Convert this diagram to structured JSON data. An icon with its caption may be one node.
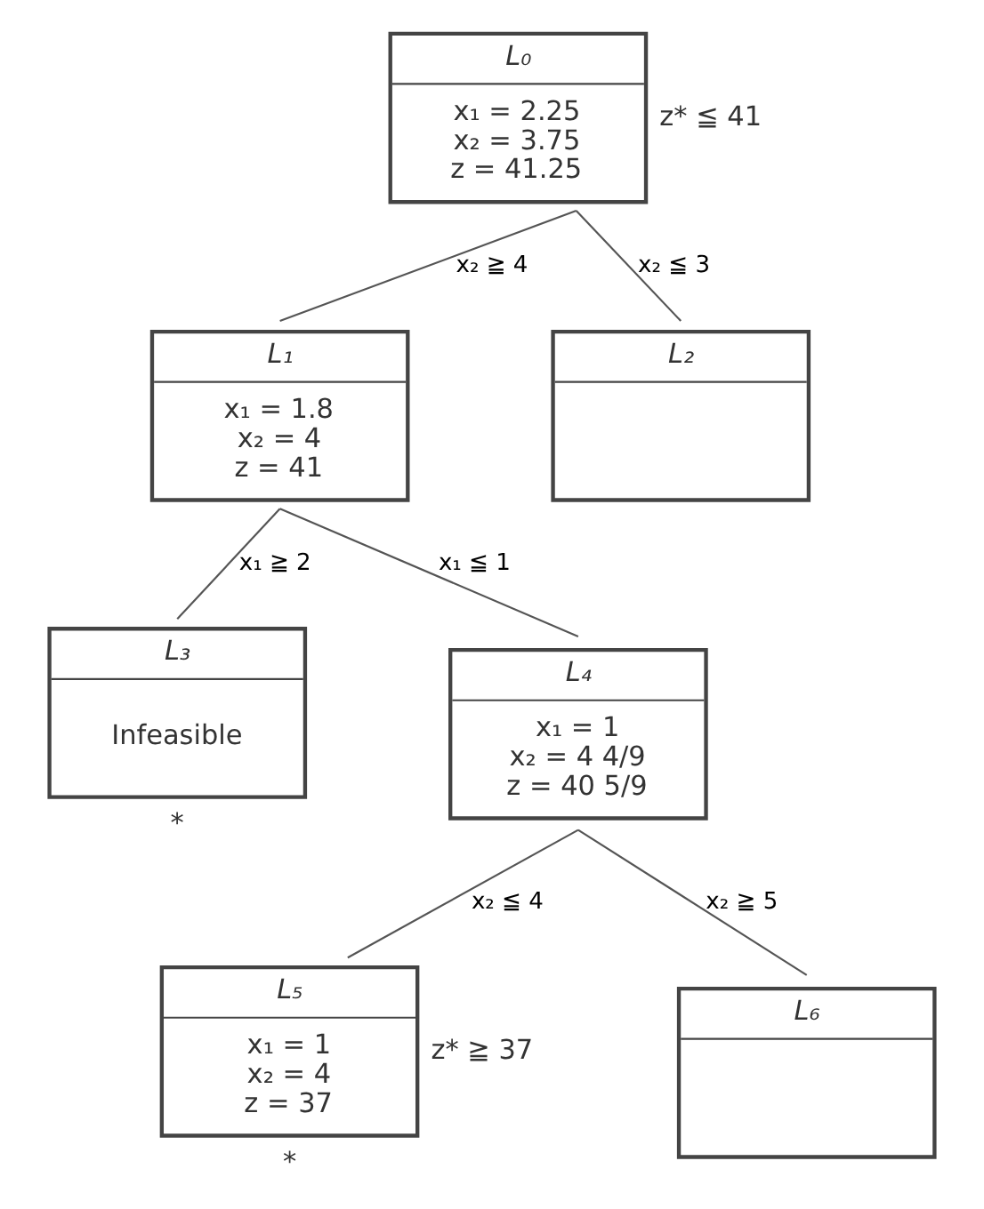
{
  "diagram": {
    "nodes": [
      {
        "text": [
          "L₀",
          "x₁ = 2.25",
          "x₂ = 3.75",
          "z = 41.25"
        ],
        "beside": [
          "z* ≦ 41"
        ]
      },
      {
        "text": [
          "L₁",
          "x₁ = 1.8",
          "x₂ = 4",
          "z = 41"
        ]
      },
      {
        "text": [
          "L₂"
        ]
      },
      {
        "text": [
          "L₃",
          "Infeasible"
        ],
        "beside": [
          "*"
        ]
      },
      {
        "text": [
          "L₄",
          "x₁ = 1",
          "x₂ = 4 4/9",
          "z = 40 5/9"
        ]
      },
      {
        "text": [
          "L₅",
          "x₁ = 1",
          "x₂ = 4",
          "z = 37"
        ],
        "beside": [
          "z* ≧ 37",
          "*"
        ]
      },
      {
        "text": [
          "L₆"
        ]
      }
    ],
    "edges": [
      {
        "from": 0,
        "to": 1,
        "arrow": "none",
        "label": "x₂ ≧ 4"
      },
      {
        "from": 0,
        "to": 2,
        "arrow": "none",
        "label": "x₂ ≦ 3"
      },
      {
        "from": 1,
        "to": 3,
        "arrow": "none",
        "label": "x₁ ≧ 2"
      },
      {
        "from": 1,
        "to": 4,
        "arrow": "none",
        "label": "x₁ ≦ 1"
      },
      {
        "from": 4,
        "to": 5,
        "arrow": "none",
        "label": "x₂ ≦ 4"
      },
      {
        "from": 4,
        "to": 6,
        "arrow": "none",
        "label": "x₂ ≧ 5"
      }
    ]
  }
}
